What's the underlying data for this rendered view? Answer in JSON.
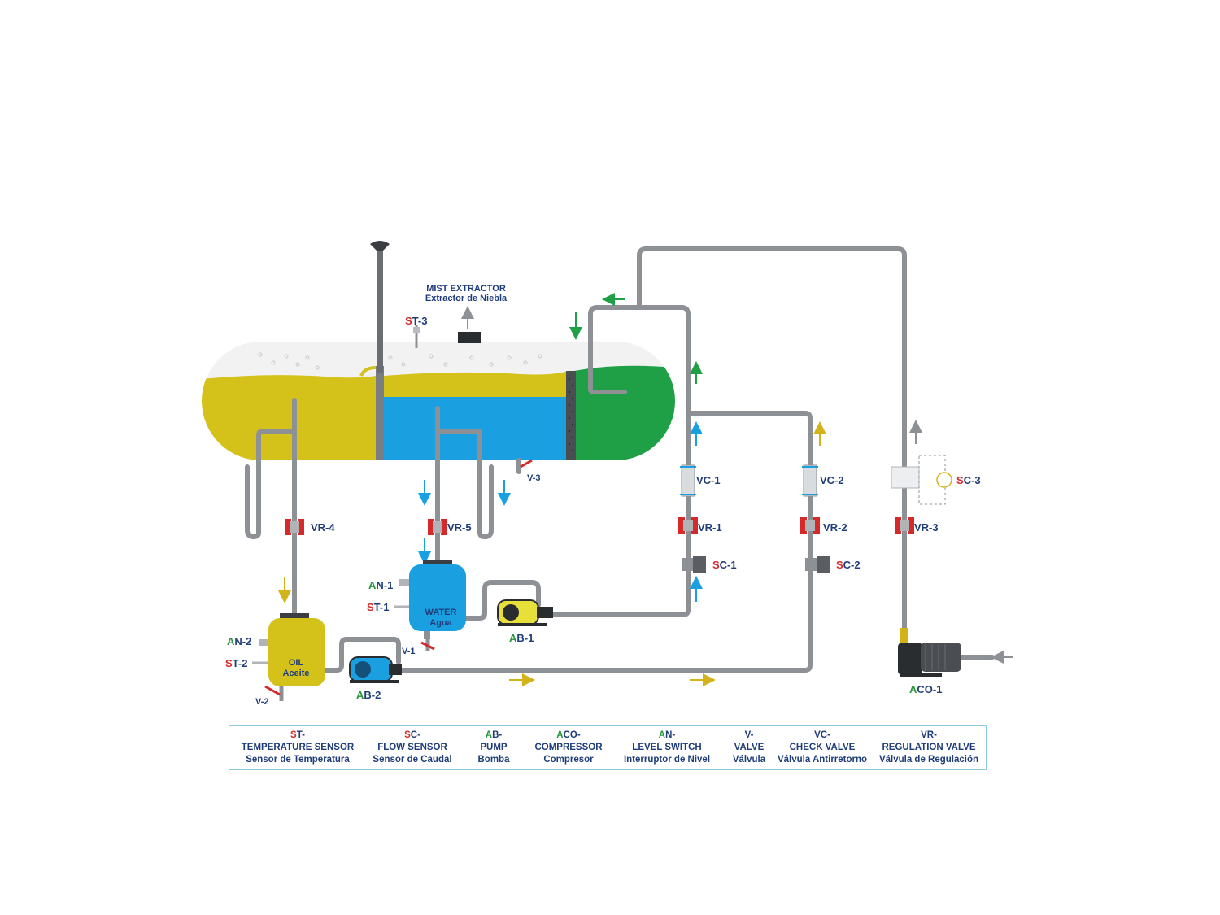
{
  "labels": {
    "mist_title": "MIST EXTRACTOR",
    "mist_sub": "Extractor de Niebla",
    "st3": {
      "p": "S",
      "r": "T-3"
    },
    "st1": {
      "p": "S",
      "r": "T-1"
    },
    "st2": {
      "p": "S",
      "r": "T-2"
    },
    "an1": {
      "p": "A",
      "r": "N-1"
    },
    "an2": {
      "p": "A",
      "r": "N-2"
    },
    "sc1": {
      "p": "S",
      "r": "C-1"
    },
    "sc2": {
      "p": "S",
      "r": "C-2"
    },
    "sc3": {
      "p": "S",
      "r": "C-3"
    },
    "ab1": {
      "p": "A",
      "r": "B-1"
    },
    "ab2": {
      "p": "A",
      "r": "B-2"
    },
    "aco1": {
      "p": "A",
      "r": "CO-1"
    },
    "vr1": "VR-1",
    "vr2": "VR-2",
    "vr3": "VR-3",
    "vr4": "VR-4",
    "vr5": "VR-5",
    "vc1": "VC-1",
    "vc2": "VC-2",
    "v1": "V-1",
    "v2": "V-2",
    "v3": "V-3",
    "water": "WATER",
    "agua": "Agua",
    "oil": "OIL",
    "aceite": "Aceite"
  },
  "legend": [
    {
      "code_p": "S",
      "code_r": "T-",
      "color": "red",
      "en": "TEMPERATURE SENSOR",
      "es": "Sensor de Temperatura"
    },
    {
      "code_p": "S",
      "code_r": "C-",
      "color": "red",
      "en": "FLOW SENSOR",
      "es": "Sensor de Caudal"
    },
    {
      "code_p": "A",
      "code_r": "B-",
      "color": "green",
      "en": "PUMP",
      "es": "Bomba"
    },
    {
      "code_p": "A",
      "code_r": "CO-",
      "color": "green",
      "en": "COMPRESSOR",
      "es": "Compresor"
    },
    {
      "code_p": "A",
      "code_r": "N-",
      "color": "green",
      "en": "LEVEL SWITCH",
      "es": "Interruptor de Nivel"
    },
    {
      "code_p": "",
      "code_r": "V-",
      "color": "none",
      "en": "VALVE",
      "es": "Válvula"
    },
    {
      "code_p": "",
      "code_r": "VC-",
      "color": "none",
      "en": "CHECK VALVE",
      "es": "Válvula Antirretorno"
    },
    {
      "code_p": "",
      "code_r": "VR-",
      "color": "none",
      "en": "REGULATION VALVE",
      "es": "Válvula de Regulación"
    }
  ],
  "colors": {
    "oil": "#d4c11a",
    "water": "#1aa0e0",
    "green_fluid": "#1fa046",
    "pipe": "#8d9196",
    "text": "#1f3d7a",
    "red": "#d62a2a",
    "green": "#27963c"
  }
}
